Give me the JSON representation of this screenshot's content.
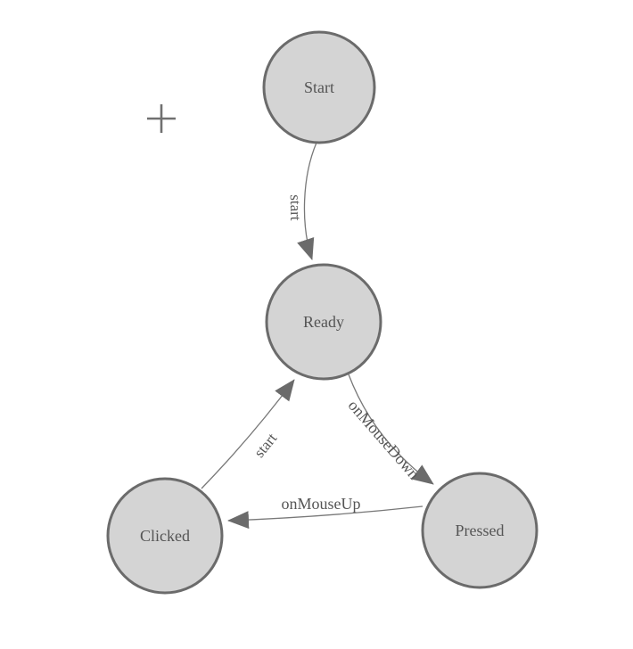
{
  "palette": {
    "background": "#ffffff",
    "node_fill": "#d4d4d4",
    "node_stroke": "#6b6b6b",
    "edge_stroke": "#787878",
    "arrow_fill": "#6b6b6b",
    "label_color": "#545454",
    "crosshair_color": "#707070"
  },
  "diagram": {
    "type": "state-machine",
    "nodes": [
      {
        "id": "start",
        "label": "Start"
      },
      {
        "id": "ready",
        "label": "Ready"
      },
      {
        "id": "clicked",
        "label": "Clicked"
      },
      {
        "id": "pressed",
        "label": "Pressed"
      }
    ],
    "edges": [
      {
        "from": "Start",
        "to": "Ready",
        "label": "start"
      },
      {
        "from": "Clicked",
        "to": "Ready",
        "label": "start"
      },
      {
        "from": "Ready",
        "to": "Pressed",
        "label": "onMouseDown"
      },
      {
        "from": "Pressed",
        "to": "Clicked",
        "label": "onMouseUp"
      }
    ]
  }
}
